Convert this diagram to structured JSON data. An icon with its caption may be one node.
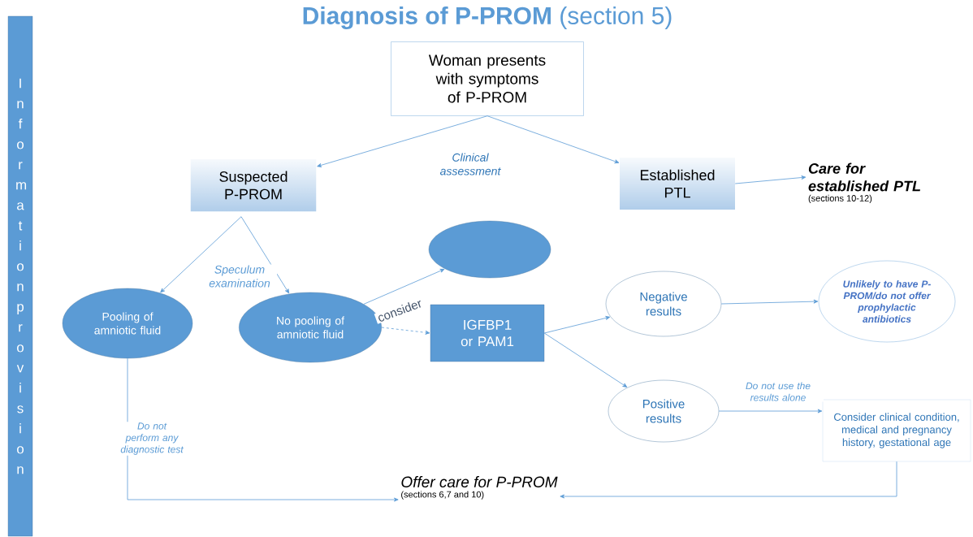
{
  "diagram": {
    "title": "**Diagnosis of P-PROM** (section 5)",
    "nodes": [
      {
        "text": [
          "Information provision"
        ]
      },
      {
        "text": [
          "Woman presents with symptoms of P-PROM"
        ]
      },
      {
        "text": [
          "Suspected P-PROM"
        ]
      },
      {
        "text": [
          "Established PTL"
        ]
      },
      {
        "text": [
          "Care for established PTL"
        ],
        "beside": [
          "(sections 10-12)"
        ]
      },
      {
        "text": [
          "Pooling of amniotic fluid"
        ]
      },
      {
        "text": [
          "No pooling of amniotic fluid"
        ]
      },
      {
        "text": [],
        "shape": "ellipse"
      },
      {
        "text": [
          "IGFBP1 or PAM1"
        ]
      },
      {
        "text": [
          "Negative results"
        ]
      },
      {
        "text": [
          "Positive results"
        ]
      },
      {
        "text": [
          "Unlikely to have P-PROM/do not offer prophylactic antibiotics"
        ]
      },
      {
        "text": [
          "Consider clinical condition, medical and pregnancy history, gestational age"
        ]
      },
      {
        "text": [
          "Offer care for P-PROM"
        ],
        "beside": [
          "(sections 6,7 and 10)"
        ]
      }
    ],
    "edges": [
      {
        "from": 1,
        "to": 2,
        "arrow": "to"
      },
      {
        "from": 1,
        "to": 3,
        "arrow": "to"
      },
      {
        "from": 3,
        "to": 4,
        "arrow": "to"
      },
      {
        "from": 2,
        "to": 5,
        "arrow": "to"
      },
      {
        "from": 2,
        "to": 6,
        "arrow": "to"
      },
      {
        "from": 6,
        "to": 7,
        "arrow": "to"
      },
      {
        "from": 6,
        "to": 8,
        "arrow": "to",
        "label": "consider",
        "style": "dashed"
      },
      {
        "from": 8,
        "to": 9,
        "arrow": "to"
      },
      {
        "from": 8,
        "to": 10,
        "arrow": "to"
      },
      {
        "from": 9,
        "to": 11,
        "arrow": "to"
      },
      {
        "from": 10,
        "to": 12,
        "arrow": "to",
        "label": "Do not use the results alone"
      },
      {
        "from": 5,
        "to": 13,
        "arrow": "to",
        "label": "Do not perform any diagnostic test"
      },
      {
        "from": 12,
        "to": 13,
        "arrow": "to"
      }
    ],
    "labels": [
      "Clinical assessment",
      "Speculum examination"
    ]
  }
}
